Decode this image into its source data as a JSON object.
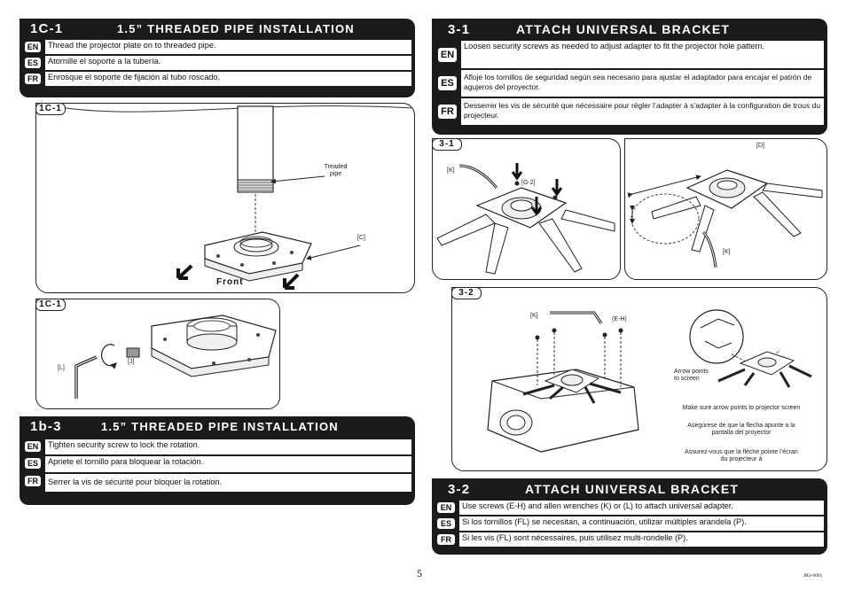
{
  "s1c1": {
    "num": "1C-1",
    "title": "1.5” THREADED PIPE INSTALLATION",
    "rows": [
      {
        "lang": "EN",
        "text": "Thread the projector plate on to threaded pipe."
      },
      {
        "lang": "ES",
        "text": "Atornille el soporte a la tubería."
      },
      {
        "lang": "FR",
        "text": "Enrosque el soporte de fijación al tubo roscado."
      }
    ]
  },
  "fig1": {
    "tag": "1C-1",
    "pipe_label": "Treaded\npipe",
    "c_label": "[C]",
    "front_label": "Front"
  },
  "fig2": {
    "tag": "1C-1",
    "l_label": "[L]",
    "j_label": "[J]"
  },
  "s1b3": {
    "num": "1b-3",
    "title": "1.5” THREADED PIPE INSTALLATION",
    "rows": [
      {
        "lang": "EN",
        "text": "Tighten security screw to lock the rotation."
      },
      {
        "lang": "ES",
        "text": "Apriete el tornillo para bloquear la rotación."
      },
      {
        "lang": "FR",
        "text": "Serrer la vis de sécurité pour bloquer la rotation."
      }
    ]
  },
  "s31": {
    "num": "3-1",
    "title": "ATTACH UNIVERSAL BRACKET",
    "rows": [
      {
        "lang": "EN",
        "text": "Loosen security screws as needed to adjust adapter to fit the projector hole pattern."
      },
      {
        "lang": "ES",
        "text": "Afloje los tornillos de seguridad según sea necesario para ajustar el adaptador para encajar el patrón de agujeros del proyector."
      },
      {
        "lang": "FR",
        "text": "Desserrer les vis de sécurité que nécessaire pour régler l’adapter à s’adapter à la configuration de trous du projecteur."
      }
    ]
  },
  "fig3": {
    "tag": "3-1",
    "k_label": "[K]",
    "g2_label": "[G-2]"
  },
  "fig4": {
    "d_label": "[D]",
    "k_label": "[K]"
  },
  "fig5": {
    "tag": "3-2",
    "k_label": "[K]",
    "eh_label": "(E-H)",
    "arrow_label": "Arrow points\nto screen",
    "note_en": "Make sure arrow points to projector screen",
    "note_es": "Asegúrese de que la flecha apunte a la\npantalla del proyector",
    "note_fr": "Assurez-vous que la flèche pointe l’écran\ndu projecteur à"
  },
  "s32": {
    "num": "3-2",
    "title": "ATTACH UNIVERSAL BRACKET",
    "rows": [
      {
        "lang": "EN",
        "text": "Use screws (E-H) and allen wrenches (K) or (L) to attach universal adapter."
      },
      {
        "lang": "ES",
        "text": "Si los tornillos (FL) se necesitan, a continuación, utilizar múltiples arandela (P)."
      },
      {
        "lang": "FR",
        "text": "Si les vis (FL) sont nécessaires, puis utilisez multi-rondelle (P)."
      }
    ]
  },
  "page_number": "5",
  "doc_code": "JR2-0001"
}
